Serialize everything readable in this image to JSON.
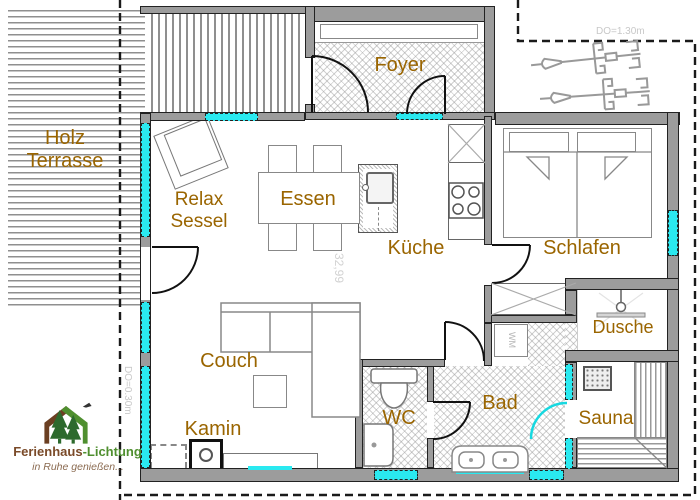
{
  "plan": {
    "rooms": {
      "holz_terrasse": {
        "line1": "Holz",
        "line2": "Terrasse"
      },
      "foyer": "Foyer",
      "relax": {
        "line1": "Relax",
        "line2": "Sessel"
      },
      "essen": "Essen",
      "kueche": "Küche",
      "schlafen": "Schlafen",
      "dusche": "Dusche",
      "sauna": "Sauna",
      "bad": "Bad",
      "wc": "WC",
      "couch": "Couch",
      "kamin": "Kamin"
    },
    "appliances": {
      "washing_machine": "WM"
    },
    "dimensions": {
      "roof_overhang_top": "DO=1.30m",
      "roof_overhang_left": "DO=0.30m",
      "area_watermark": "32,99"
    },
    "icons": {
      "window": "window-cyan-strip",
      "door": "quarter-arc-door",
      "bikes": "two-bicycles-top-view",
      "shower": "shower-head",
      "fireplace": "kamin-square-with-circle"
    }
  },
  "logo": {
    "name_part1": "Ferienhaus",
    "name_part2": "-Lichtung",
    "tagline": "in Ruhe genießen..."
  },
  "colors": {
    "window": "#2ae9f0",
    "wall": "#9c9c9c",
    "room_label": "#9a6500",
    "logo_green": "#4f8f2f",
    "logo_brown": "#7a4a28",
    "watermark": "#c8c8c8"
  }
}
